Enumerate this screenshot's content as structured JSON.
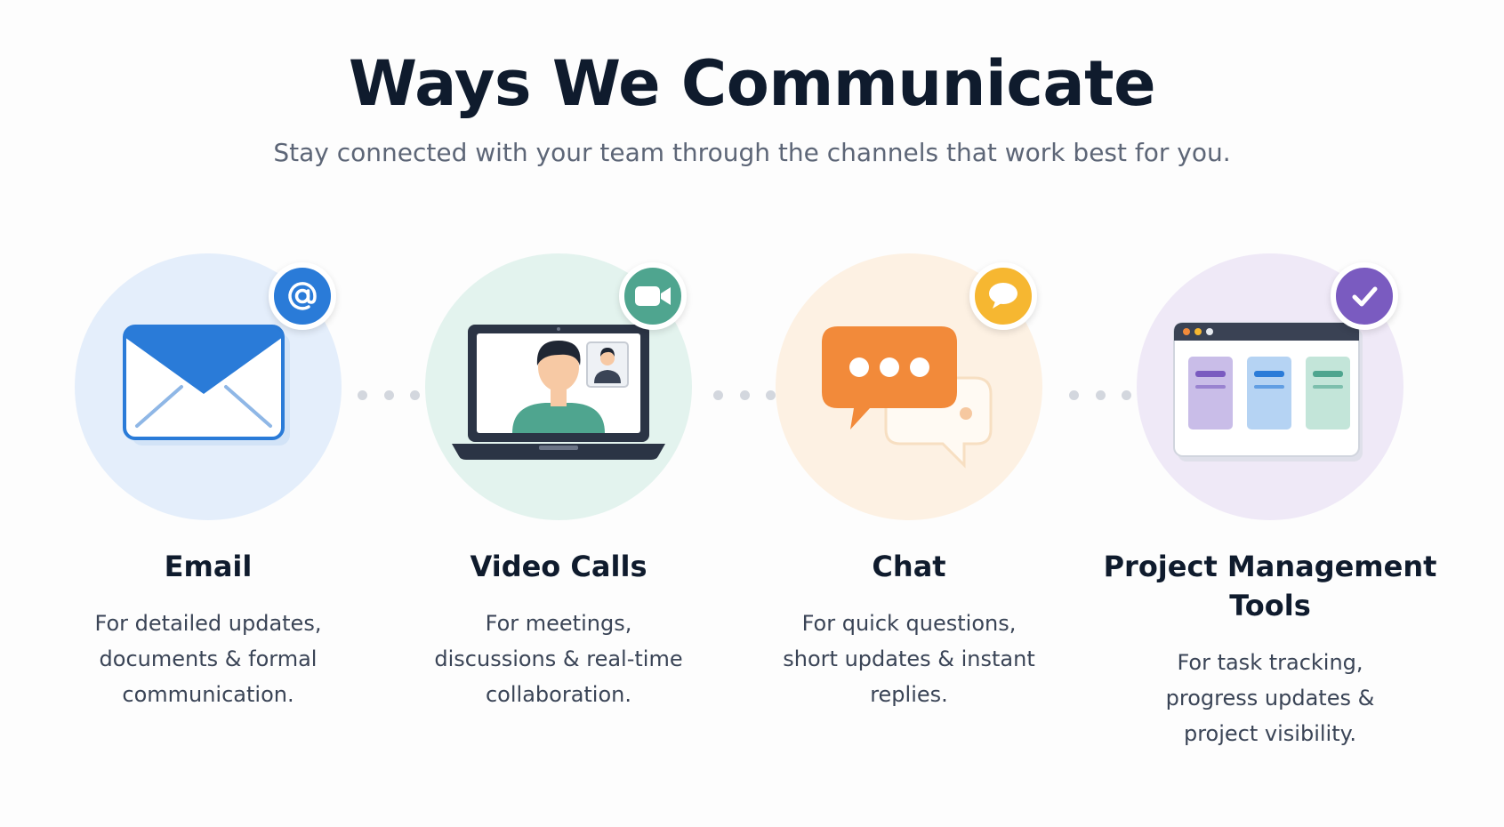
{
  "header": {
    "title": "Ways We Communicate",
    "subtitle": "Stay connected with your team through the channels that work best for you."
  },
  "colors": {
    "email_accent": "#2a7bd8",
    "video_accent": "#4fa58f",
    "chat_accent": "#f28a3a",
    "pm_accent": "#7a5bc0",
    "title": "#0f1b2d",
    "subtitle": "#5d6677"
  },
  "channels": [
    {
      "name": "Email",
      "description": "For detailed updates, documents & formal communication.",
      "icon": "envelope-icon",
      "badge_icon": "at-sign-icon"
    },
    {
      "name": "Video Calls",
      "description": "For meetings, discussions & real-time collaboration.",
      "icon": "laptop-video-call-icon",
      "badge_icon": "video-camera-icon"
    },
    {
      "name": "Chat",
      "description": "For quick questions, short updates & instant replies.",
      "icon": "chat-bubbles-icon",
      "badge_icon": "speech-bubble-icon"
    },
    {
      "name": "Project Management Tools",
      "description": "For task tracking, progress updates & project visibility.",
      "icon": "kanban-board-icon",
      "badge_icon": "checkmark-icon"
    }
  ]
}
